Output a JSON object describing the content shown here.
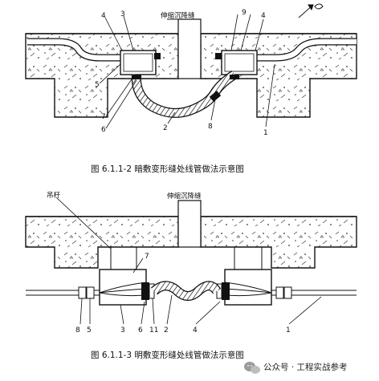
{
  "figure_top": {
    "caption": "图 6.1.1-2 暗敷变形缝处线管做法示意图",
    "joint_label": "伸缩沉降缝",
    "callouts": {
      "c1": "1",
      "c2": "2",
      "c3": "3",
      "c4a": "4",
      "c4b": "4",
      "c5": "5",
      "c6": "6",
      "c7": "7",
      "c8": "8",
      "c9": "9"
    }
  },
  "figure_bottom": {
    "caption": "图 6.1.1-3 明敷变形缝处线管做法示意图",
    "joint_label": "伸缩沉降缝",
    "hanger_label": "吊杆",
    "callouts": {
      "c1": "1",
      "c2": "2",
      "c3": "3",
      "c4": "4",
      "c5": "5",
      "c6": "6",
      "c7": "7",
      "c8": "8",
      "c11": "11"
    }
  },
  "watermark": {
    "text": "公众号 · 工程实战参考"
  },
  "colors": {
    "line": "#111111",
    "background": "#ffffff"
  }
}
